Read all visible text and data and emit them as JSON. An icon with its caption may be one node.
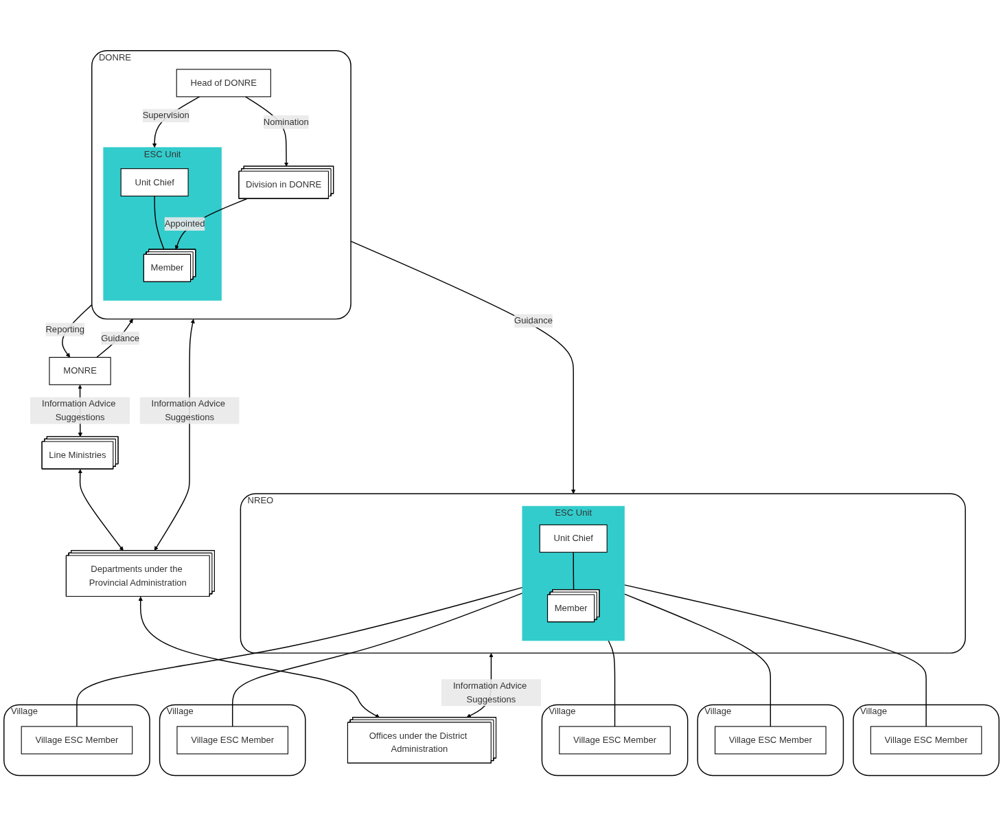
{
  "diagram": {
    "nodes": [
      {
        "text": [
          "MONRE"
        ]
      },
      {
        "text": [
          "Line Ministries"
        ]
      },
      {
        "text": [
          "DONRE"
        ]
      },
      {
        "text": [
          "Head of DONRE"
        ],
        "in": 2
      },
      {
        "text": [
          "Division in DONRE"
        ],
        "in": 2
      },
      {
        "text": [
          "ESC Unit"
        ],
        "in": 2
      },
      {
        "text": [
          "Unit Chief"
        ],
        "in": 5
      },
      {
        "text": [
          "Member"
        ],
        "in": 5
      },
      {
        "text": [
          "Departments under the Provincial Administration"
        ]
      },
      {
        "text": [
          "NREO"
        ]
      },
      {
        "text": [
          "ESC Unit"
        ],
        "in": 9
      },
      {
        "text": [
          "Unit Chief"
        ],
        "in": 10
      },
      {
        "text": [
          "Member"
        ],
        "in": 10
      },
      {
        "text": [
          "Offices under the District Administration"
        ]
      },
      {
        "text": [
          "Village"
        ]
      },
      {
        "text": [
          "Village ESC Member"
        ],
        "in": 14
      },
      {
        "text": [
          "Village"
        ]
      },
      {
        "text": [
          "Village ESC Member"
        ],
        "in": 16
      },
      {
        "text": [
          "Village"
        ]
      },
      {
        "text": [
          "Village ESC Member"
        ],
        "in": 18
      },
      {
        "text": [
          "Village"
        ]
      },
      {
        "text": [
          "Village ESC Member"
        ],
        "in": 20
      },
      {
        "text": [
          "Village"
        ]
      },
      {
        "text": [
          "Village ESC Member"
        ],
        "in": 22
      }
    ],
    "edges": [
      {
        "from": 0,
        "to": 2,
        "arrow": "to",
        "label": "Guidance"
      },
      {
        "from": 2,
        "to": 0,
        "arrow": "to",
        "label": "Reporting"
      },
      {
        "from": 0,
        "to": 1,
        "arrow": "both",
        "label": "Information Advice Suggestions"
      },
      {
        "from": 3,
        "to": 4,
        "arrow": "to",
        "label": "Nomination"
      },
      {
        "from": 3,
        "to": 5,
        "arrow": "to",
        "label": "Supervision"
      },
      {
        "from": 6,
        "to": 7,
        "arrow": "none"
      },
      {
        "from": 4,
        "to": 7,
        "arrow": "to",
        "label": "Appointed"
      },
      {
        "from": 2,
        "to": 8,
        "arrow": "both",
        "label": "Information Advice Suggestions"
      },
      {
        "from": 1,
        "to": 8,
        "arrow": "both"
      },
      {
        "from": 8,
        "to": 13,
        "arrow": "both"
      },
      {
        "from": 2,
        "to": 9,
        "arrow": "to",
        "label": "Guidance"
      },
      {
        "from": 9,
        "to": 13,
        "arrow": "both",
        "label": "Information Advice Suggestions"
      },
      {
        "from": 11,
        "to": 12,
        "arrow": "none"
      },
      {
        "from": 10,
        "to": 15,
        "arrow": "none"
      },
      {
        "from": 10,
        "to": 17,
        "arrow": "none"
      },
      {
        "from": 10,
        "to": 19,
        "arrow": "none"
      },
      {
        "from": 10,
        "to": 21,
        "arrow": "none"
      },
      {
        "from": 10,
        "to": 23,
        "arrow": "none"
      }
    ]
  }
}
